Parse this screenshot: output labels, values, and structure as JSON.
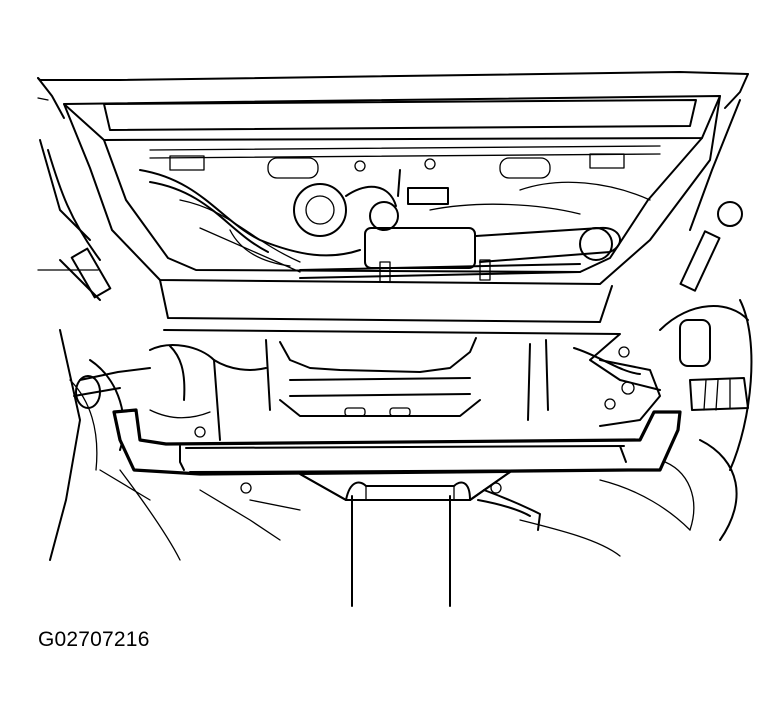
{
  "figure": {
    "id_label": "G02707216",
    "depicts": [
      "vehicle-underbody",
      "engine-crossmember",
      "transmission-jack",
      "jack-support-cradle"
    ]
  }
}
